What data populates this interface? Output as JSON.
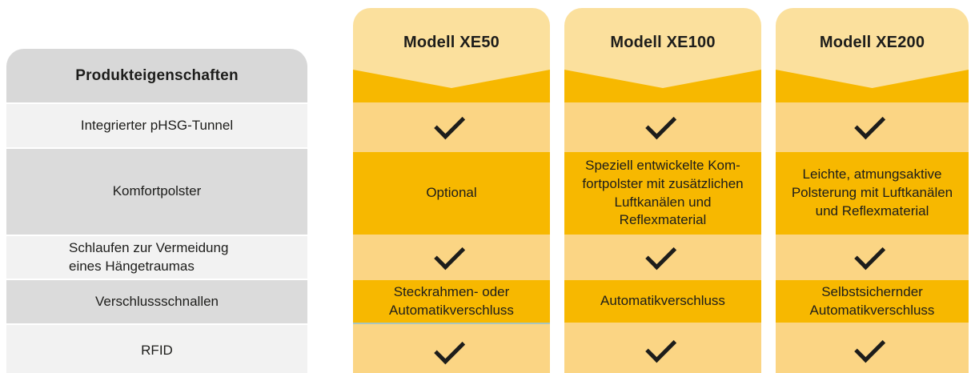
{
  "colors": {
    "cream_header": "#FBE09D",
    "cream_row": "#FBD584",
    "amber": "#F7B800",
    "panel_header_gray": "#D8D8D8",
    "panel_row_light": "#F2F2F2",
    "panel_row_mid": "#DBDBDB",
    "text": "#1D1D1B",
    "divider_teal": "#A9C6BF"
  },
  "icons": {
    "check": "✓"
  },
  "features_panel": {
    "title": "Produkteigenschaften",
    "rows": [
      {
        "label": "Integrierter pHSG-Tunnel"
      },
      {
        "label": "Komfortpolster"
      },
      {
        "label": "Schlaufen zur Vermeidung eines Hängetraumas"
      },
      {
        "label": "Verschlussschnallen"
      },
      {
        "label": "RFID"
      }
    ]
  },
  "models": [
    {
      "name": "Modell XE50",
      "cells": [
        {
          "type": "check"
        },
        {
          "type": "text",
          "value": "Optional"
        },
        {
          "type": "check"
        },
        {
          "type": "text",
          "value": "Steckrahmen- oder Automatikverschluss"
        },
        {
          "type": "check"
        }
      ]
    },
    {
      "name": "Modell XE100",
      "cells": [
        {
          "type": "check"
        },
        {
          "type": "text",
          "value": "Speziell entwickelte Kom­fortpolster mit zusätzlichen Luftkanälen und Reflexmaterial"
        },
        {
          "type": "check"
        },
        {
          "type": "text",
          "value": "Automatikverschluss"
        },
        {
          "type": "check"
        }
      ]
    },
    {
      "name": "Modell XE200",
      "cells": [
        {
          "type": "check"
        },
        {
          "type": "text",
          "value": "Leichte, atmungsaktive Polsterung mit Luftkanälen und Reflexmaterial"
        },
        {
          "type": "check"
        },
        {
          "type": "text",
          "value": "Selbstsichernder Automatikverschluss"
        },
        {
          "type": "check"
        }
      ]
    }
  ]
}
